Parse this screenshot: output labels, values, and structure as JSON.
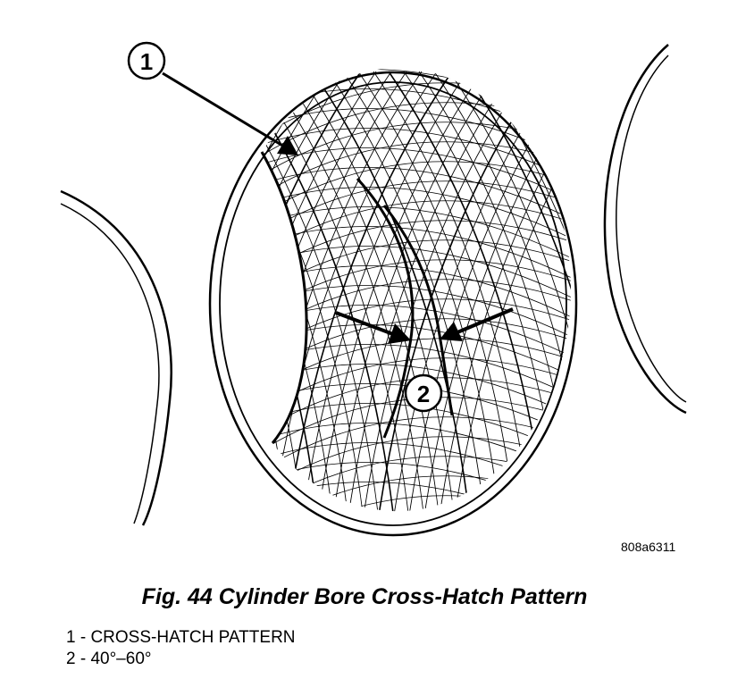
{
  "figure": {
    "code": "808a6311",
    "caption": "Fig. 44 Cylinder Bore Cross-Hatch Pattern",
    "callouts": [
      {
        "number": "1"
      },
      {
        "number": "2"
      }
    ]
  },
  "legend": [
    {
      "number": "1",
      "label": "CROSS-HATCH PATTERN",
      "text": "1 - CROSS-HATCH PATTERN"
    },
    {
      "number": "2",
      "label": "40°–60°",
      "text": "2 - 40°–60°"
    }
  ],
  "colors": {
    "line": "#000000",
    "background": "#ffffff"
  }
}
